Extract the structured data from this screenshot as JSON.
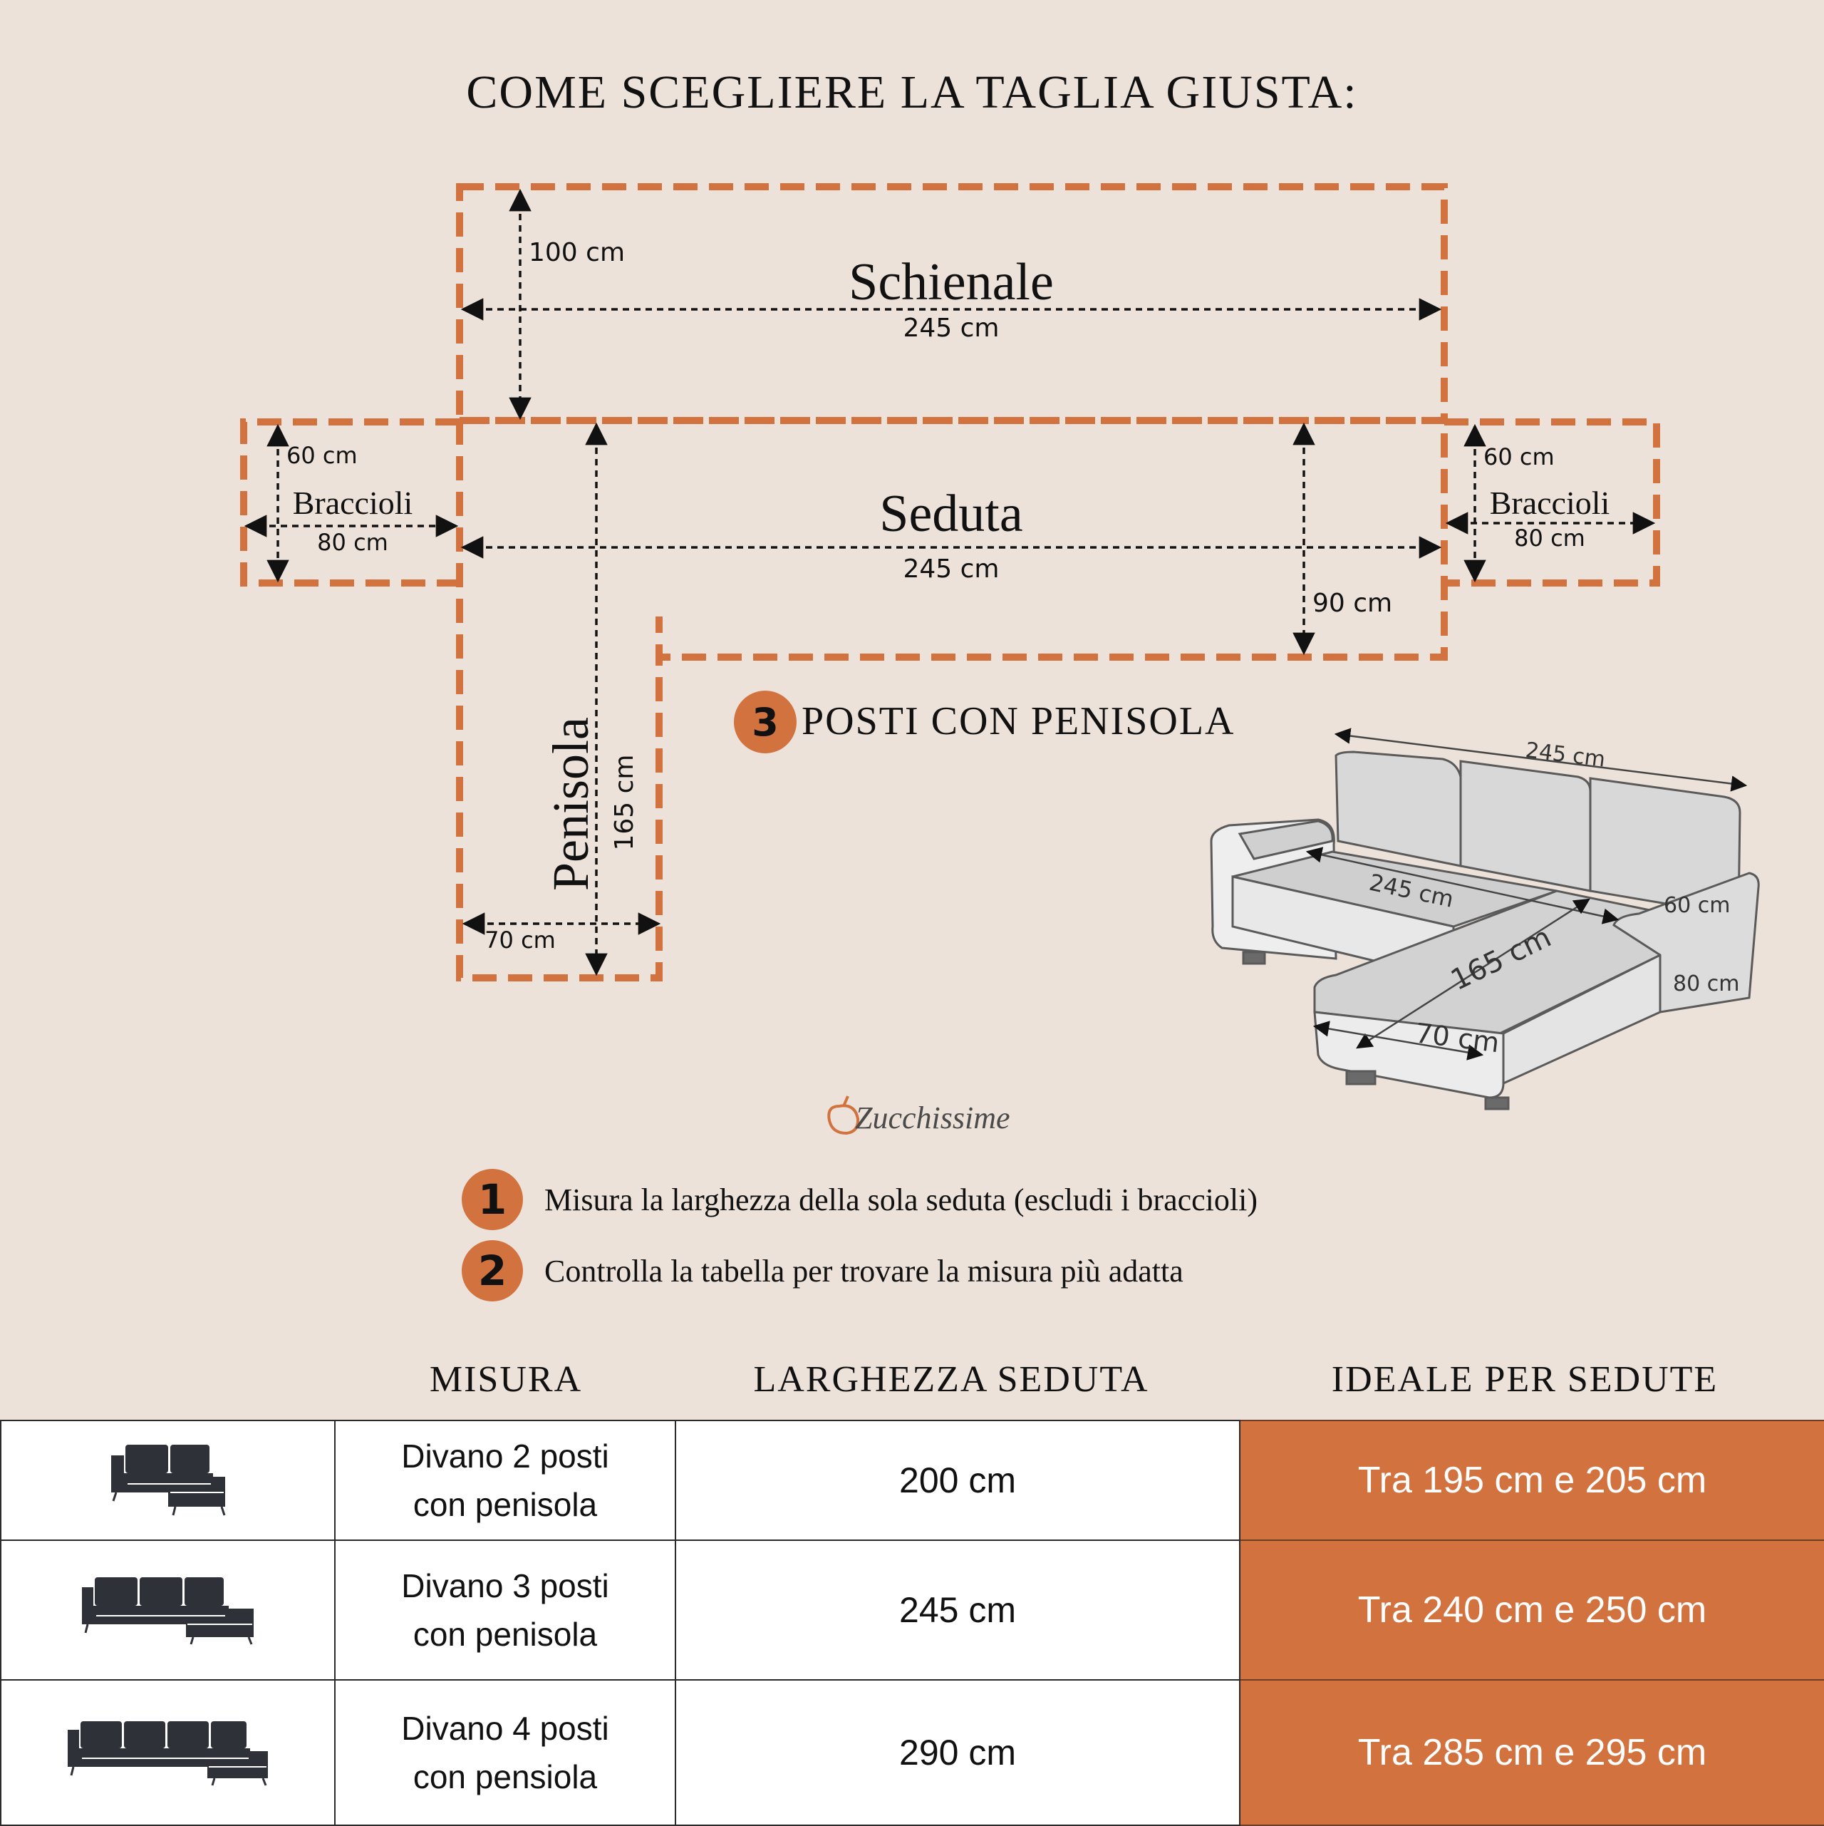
{
  "title": "COME SCEGLIERE LA TAGLIA GIUSTA:",
  "pattern": {
    "back_label": "Schienale",
    "back_height": "100 cm",
    "back_width": "245 cm",
    "seat_label": "Seduta",
    "seat_width": "245 cm",
    "seat_depth": "90 cm",
    "arm_label": "Braccioli",
    "arm_height": "60 cm",
    "arm_width": "80 cm",
    "chaise_label": "Penisola",
    "chaise_length": "165 cm",
    "chaise_width": "70 cm",
    "accent_color": "#d2733f"
  },
  "model_badge": {
    "number": "3",
    "text": "POSTI CON PENISOLA"
  },
  "sofa_drawing": {
    "back_width": "245 cm",
    "seat_width": "245 cm",
    "chaise_length": "165 cm",
    "chaise_width": "70 cm",
    "arm_height": "60 cm",
    "arm_width": "80 cm"
  },
  "brand": "Zucchissime",
  "steps": [
    {
      "number": "1",
      "text": "Misura la larghezza della sola seduta (escludi i braccioli)"
    },
    {
      "number": "2",
      "text": "Controlla la tabella per trovare la misura più adatta"
    }
  ],
  "table": {
    "headers": {
      "size": "MISURA",
      "seat_width": "LARGHEZZA SEDUTA",
      "ideal": "IDEALE PER SEDUTE"
    },
    "rows": [
      {
        "icon": "sofa-2-seats-chaise-icon",
        "size_line1": "Divano 2 posti",
        "size_line2": "con penisola",
        "seat_width": "200 cm",
        "ideal": "Tra 195 cm e 205 cm"
      },
      {
        "icon": "sofa-3-seats-chaise-icon",
        "size_line1": "Divano 3 posti",
        "size_line2": "con penisola",
        "seat_width": "245 cm",
        "ideal": "Tra 240 cm e 250 cm"
      },
      {
        "icon": "sofa-4-seats-chaise-icon",
        "size_line1": "Divano 4 posti",
        "size_line2": "con pensiola",
        "seat_width": "290 cm",
        "ideal": "Tra 285 cm e 295 cm"
      }
    ]
  }
}
